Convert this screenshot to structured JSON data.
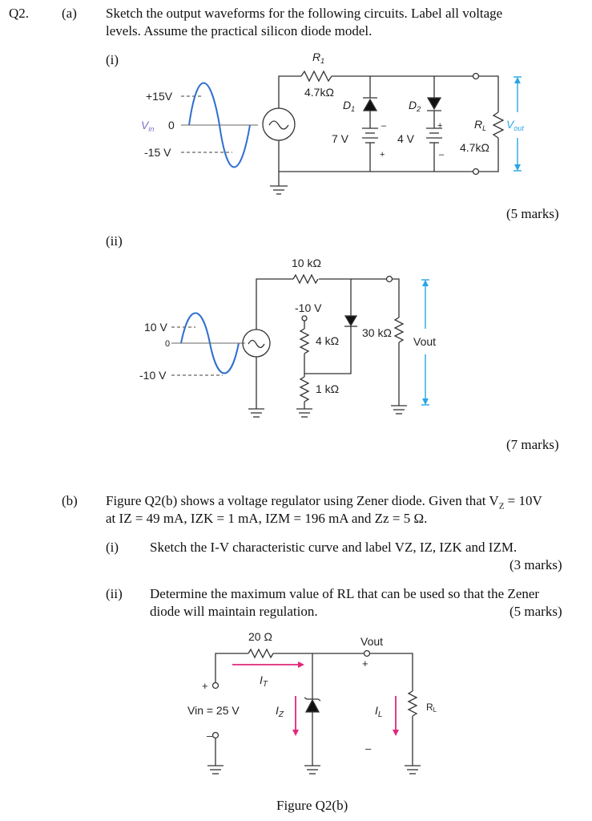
{
  "question": {
    "number": "Q2.",
    "part_a": {
      "label": "(a)",
      "instruction_line1": "Sketch the output waveforms for the following circuits. Label all voltage",
      "instruction_line2": "levels. Assume the practical silicon diode model.",
      "sub_i": {
        "label": "(i)",
        "marks": "(5 marks)",
        "wave": {
          "pos": "+15V",
          "zero": "0",
          "neg": "-15 V",
          "name": "V",
          "name_sub": "in"
        },
        "r1_label": "R",
        "r1_sub": "1",
        "r1_value": "4.7kΩ",
        "d1_label": "D",
        "d1_sub": "1",
        "d2_label": "D",
        "d2_sub": "2",
        "bat1": "7 V",
        "bat2": "4 V",
        "rl_label": "R",
        "rl_sub": "L",
        "rl_value": "4.7kΩ",
        "vout": "V",
        "vout_sub": "out",
        "minus": "–",
        "plus": "+"
      },
      "sub_ii": {
        "label": "(ii)",
        "marks": "(7 marks)",
        "wave": {
          "pos": "10 V",
          "zero": "0",
          "neg": "-10 V"
        },
        "r_top": "10 kΩ",
        "supply": "-10 V",
        "r_mid": "4 kΩ",
        "r_bottom": "1 kΩ",
        "r_right": "30 kΩ",
        "vout": "Vout"
      }
    },
    "part_b": {
      "label": "(b)",
      "intro_line1": "Figure Q2(b) shows a voltage regulator using Zener diode. Given that V",
      "intro_line1_sub": "Z",
      "intro_line1_end": " = 10V",
      "intro_line2": "at I",
      "intro_line2_rest": "Z = 49 mA, IZK = 1 mA, IZM = 196 mA and Zz = 5 Ω.",
      "sub_i": {
        "label": "(i)",
        "text": "Sketch the I-V characteristic curve and label VZ, IZ, IZK and IZM.",
        "marks": "(3 marks)"
      },
      "sub_ii": {
        "label": "(ii)",
        "text_line1": "Determine the maximum value of RL that can be used so that the Zener",
        "text_line2": "diode will maintain regulation.",
        "marks": "(5 marks)"
      },
      "figure": {
        "resistor": "20 Ω",
        "vout": "Vout",
        "plus": "+",
        "vin": "Vin = 25 V",
        "it": "I",
        "it_sub": "T",
        "iz": "I",
        "iz_sub": "Z",
        "il": "I",
        "il_sub": "L",
        "rl": "R",
        "rl_sub": "L",
        "minus": "–",
        "caption": "Figure Q2(b)"
      }
    }
  }
}
